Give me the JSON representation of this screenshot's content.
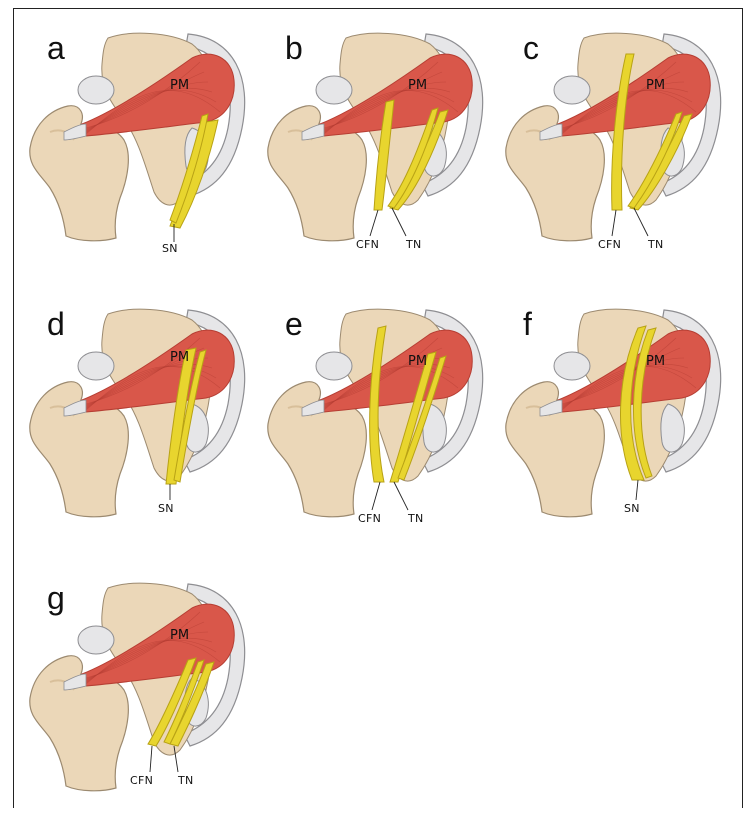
{
  "colors": {
    "bone": "#EBD7B8",
    "bone_shadow": "#D8BF9A",
    "bone_outline": "#9C8A70",
    "muscle": "#D9574A",
    "muscle_dark": "#B63E33",
    "nerve": "#E8D52E",
    "nerve_dark": "#B8A215",
    "ring": "#E6E6E8",
    "ring_outline": "#8E8E92"
  },
  "muscle_label": "PM",
  "panels": [
    {
      "letter": "a",
      "variant": "single-below",
      "labels": [
        "SN"
      ]
    },
    {
      "letter": "b",
      "variant": "split-through",
      "labels": [
        "CFN",
        "TN"
      ]
    },
    {
      "letter": "c",
      "variant": "split-above-below",
      "labels": [
        "CFN",
        "TN"
      ]
    },
    {
      "letter": "d",
      "variant": "single-through",
      "labels": [
        "SN"
      ]
    },
    {
      "letter": "e",
      "variant": "split-above-through",
      "labels": [
        "CFN",
        "TN"
      ]
    },
    {
      "letter": "f",
      "variant": "single-above",
      "labels": [
        "SN"
      ]
    },
    {
      "letter": "g",
      "variant": "split-below",
      "labels": [
        "CFN",
        "TN"
      ]
    }
  ]
}
